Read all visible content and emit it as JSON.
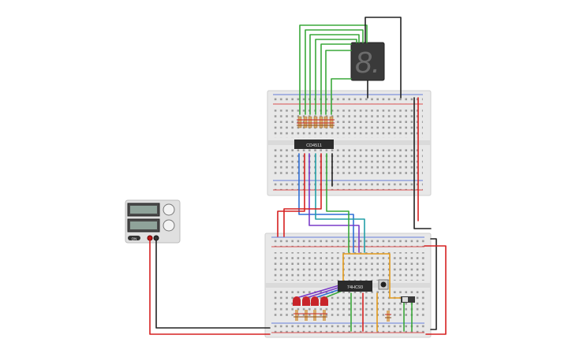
{
  "circuit": {
    "decoder_chip_label": "CD4511",
    "counter_chip_label": "74HC93",
    "display_digit": "8.",
    "power_supply_label": "ON"
  },
  "colors": {
    "breadboard": "#e8e8e8",
    "rail_red": "#d62020",
    "rail_blue": "#3b5bd6",
    "wire_green": "#3aa83a",
    "wire_red": "#d62020",
    "wire_black": "#222222",
    "wire_blue": "#2f6fd6",
    "wire_purple": "#7a3bc8",
    "wire_orange": "#e39a1c",
    "wire_teal": "#22a0a8",
    "chip": "#2b2b2b",
    "led": "#c8242a",
    "display": "#3a3a3a"
  }
}
